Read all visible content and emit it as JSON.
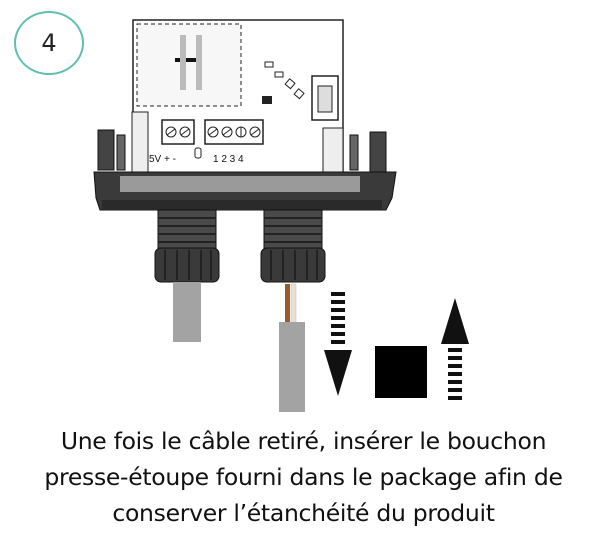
{
  "step": {
    "number": "4"
  },
  "terminal_labels": {
    "power": "5V + -",
    "inputs": "1 2 3 4"
  },
  "caption": {
    "line1": "Une fois le câble retiré, insérer le bouchon",
    "line2": "presse-étoupe fourni dans le package afin de",
    "line3": "conserver l’étanchéité du produit"
  },
  "colors": {
    "accent_circle": "#5fbfb0",
    "cable_gray": "#a3a3a3",
    "wire_brown": "#9a5a2a",
    "housing_dark": "#3a3a3a"
  }
}
